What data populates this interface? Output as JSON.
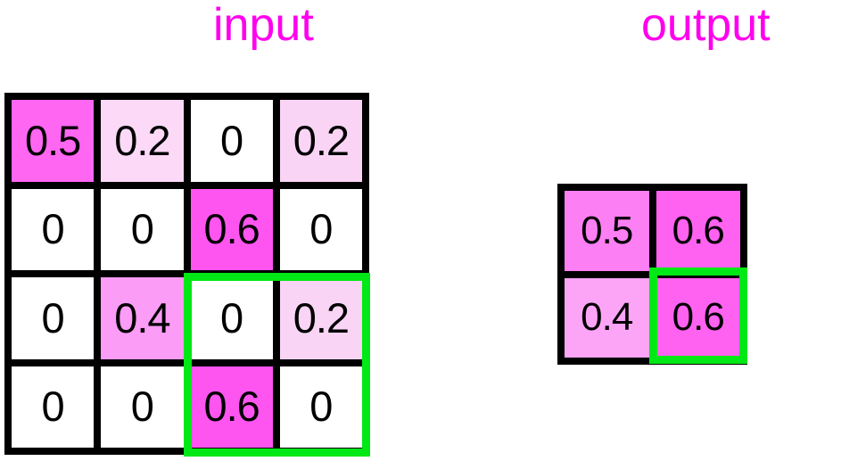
{
  "labels": {
    "input_title": "input",
    "output_title": "output",
    "title_color": "#ff00ee",
    "highlight_color": "#00e815",
    "grid_line_color": "#000000",
    "text_color": "#000000"
  },
  "chart_data": {
    "type": "heatmap",
    "title": "",
    "subtitle": "",
    "xlabel": "",
    "ylabel": "",
    "grid": true,
    "legend_position": "none",
    "description": "Max pooling 2x2 illustration: 4x4 input matrix reduced to 2x2 output matrix; bottom-right pooling window highlighted in green in both matrices.",
    "input": {
      "label": "input",
      "rows": 4,
      "cols": 4,
      "values": [
        [
          0.5,
          0.2,
          0,
          0.2
        ],
        [
          0,
          0,
          0.6,
          0
        ],
        [
          0,
          0.4,
          0,
          0.2
        ],
        [
          0,
          0,
          0.6,
          0
        ]
      ],
      "cell_text": [
        [
          "0.5",
          "0.2",
          "0",
          "0.2"
        ],
        [
          "0",
          "0",
          "0.6",
          "0"
        ],
        [
          "0",
          "0.4",
          "0",
          "0.2"
        ],
        [
          "0",
          "0",
          "0.6",
          "0"
        ]
      ],
      "cell_colors": [
        [
          "#ff66f2",
          "#fbd9f7",
          "#ffffff",
          "#fad4f5"
        ],
        [
          "#ffffff",
          "#ffffff",
          "#ff55f0",
          "#ffffff"
        ],
        [
          "#ffffff",
          "#fb9cf6",
          "#ffffff",
          "#fad4f5"
        ],
        [
          "#ffffff",
          "#ffffff",
          "#ff55f0",
          "#ffffff"
        ]
      ],
      "highlight_window": {
        "row_start": 2,
        "row_end": 3,
        "col_start": 2,
        "col_end": 3,
        "color": "#00e815"
      }
    },
    "output": {
      "label": "output",
      "rows": 2,
      "cols": 2,
      "values": [
        [
          0.5,
          0.6
        ],
        [
          0.4,
          0.6
        ]
      ],
      "cell_text": [
        [
          "0.5",
          "0.6"
        ],
        [
          "0.4",
          "0.6"
        ]
      ],
      "cell_colors": [
        [
          "#fc7ff4",
          "#ff62f1"
        ],
        [
          "#fca5f7",
          "#ff62f1"
        ]
      ],
      "highlight_window": {
        "row_start": 1,
        "row_end": 1,
        "col_start": 1,
        "col_end": 1,
        "color": "#00e815"
      }
    }
  }
}
